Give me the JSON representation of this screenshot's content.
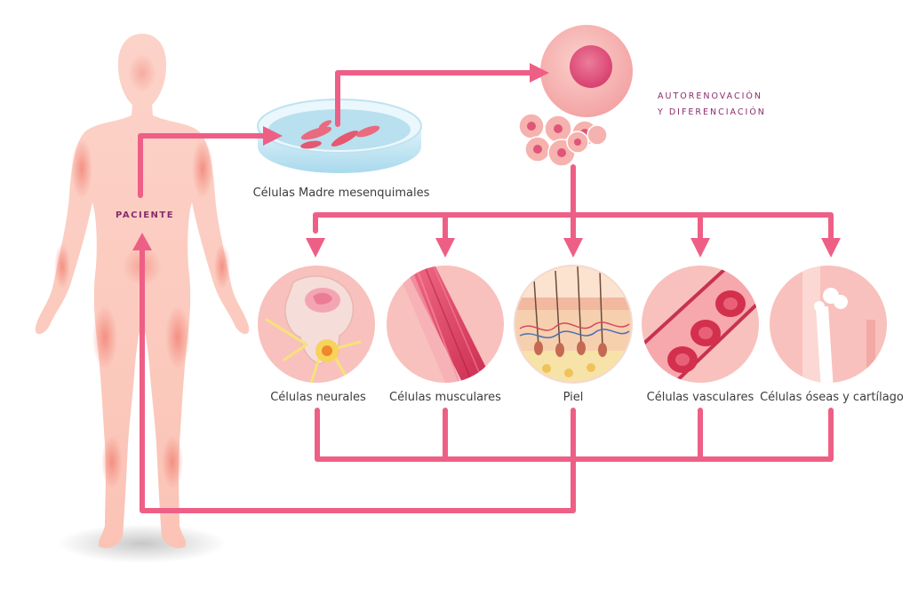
{
  "patient_label": "PACIENTE",
  "culture_label": "Células Madre mesenquimales",
  "process_label_line1": "AUTORENOVACIÓN",
  "process_label_line2": "Y DIFERENCIACIÓN",
  "cell_types": [
    {
      "label": "Células neurales"
    },
    {
      "label": "Células musculares"
    },
    {
      "label": "Piel"
    },
    {
      "label": "Células vasculares"
    },
    {
      "label": "Células óseas y cartílago"
    }
  ],
  "colors": {
    "arrow": "#ee5f86",
    "body": "#fbc9bf",
    "body_glow": "#f4907f",
    "circle_bg": "#f8c1bd",
    "accent_text": "#8a2c6c"
  }
}
